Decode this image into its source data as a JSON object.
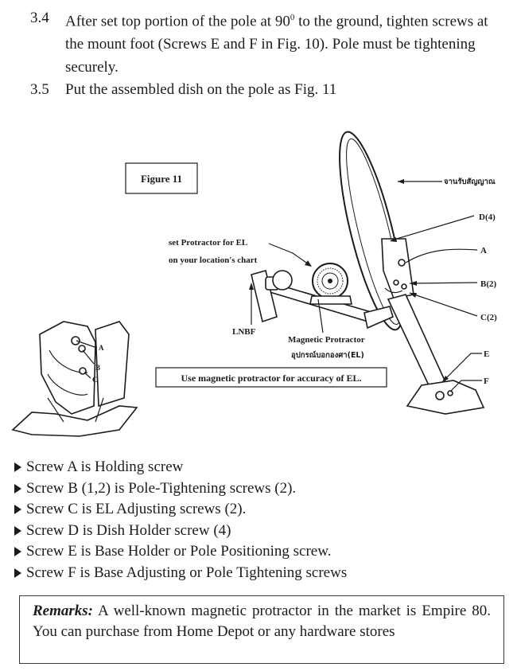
{
  "steps": [
    {
      "number": "3.4",
      "text_before": "After set top portion of the pole at 90",
      "superscript": "0",
      "text_after": " to the ground, tighten screws at the mount foot (Screws E and F in Fig. 10). Pole must be tightening securely."
    },
    {
      "number": "3.5",
      "text": "Put the assembled dish on the pole as Fig. 11"
    }
  ],
  "figure": {
    "title": "Figure 11",
    "labels": {
      "thai_dish": "จานรับสัญญาณ",
      "d4": "D(4)",
      "a": "A",
      "b2": "B(2)",
      "c2": "C(2)",
      "e": "E",
      "f": "F",
      "protractor_line1": "set Protractor for EL",
      "protractor_line2": "on your location's chart",
      "lnbf": "LNBF",
      "magnetic": "Magnetic Protractor",
      "magnetic_thai": "อุปกรณ์บอกองศา(EL)",
      "inset_a": "A",
      "inset_b": "B",
      "inset_c": "C"
    },
    "note": "Use magnetic protractor for accuracy of EL."
  },
  "screws": [
    "Screw A is Holding screw",
    "Screw B (1,2) is Pole-Tightening screws (2).",
    "Screw C is EL Adjusting screws (2).",
    "Screw D is Dish Holder screw (4)",
    "Screw E is Base Holder or Pole Positioning screw.",
    "Screw F is Base Adjusting or Pole Tightening screws"
  ],
  "remarks": {
    "title": "Remarks:",
    "text": " A well-known magnetic protractor in the market is Empire 80. You can purchase from Home Depot or any hardware stores"
  }
}
